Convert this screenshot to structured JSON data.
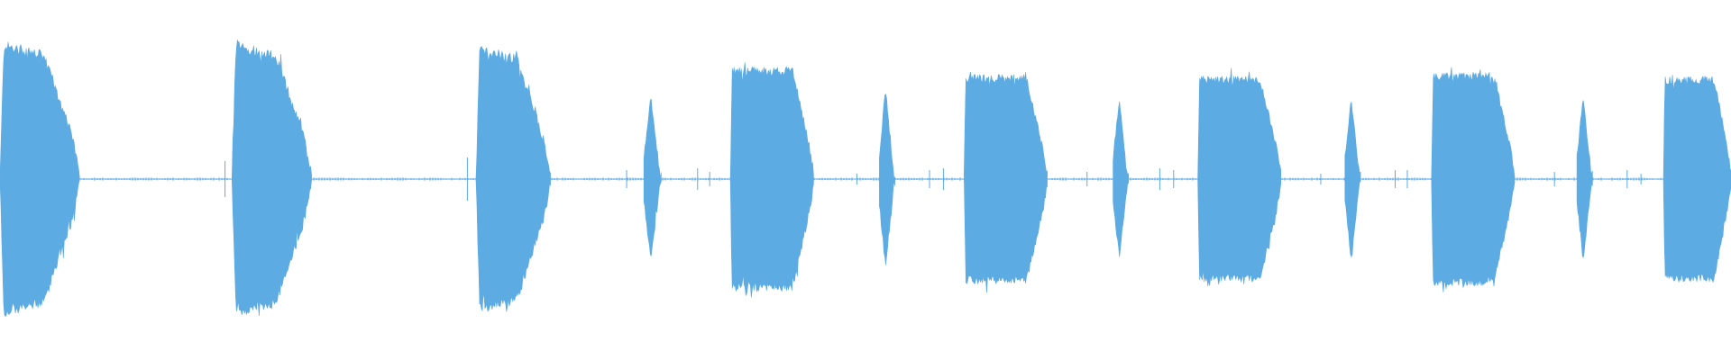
{
  "waveform": {
    "color": "#5DABE3",
    "background": "#ffffff",
    "baseline_amplitude": 0.01,
    "bursts": [
      {
        "type": "wide",
        "start": 0.0,
        "end": 0.046,
        "amp": 0.74
      },
      {
        "type": "click",
        "pos": 0.13,
        "amp": 0.1
      },
      {
        "type": "wide",
        "start": 0.134,
        "end": 0.18,
        "amp": 0.74
      },
      {
        "type": "click",
        "pos": 0.27,
        "amp": 0.12
      },
      {
        "type": "wide",
        "start": 0.275,
        "end": 0.318,
        "amp": 0.72
      },
      {
        "type": "click",
        "pos": 0.362,
        "amp": 0.05
      },
      {
        "type": "narrow",
        "start": 0.372,
        "end": 0.382,
        "amp": 0.45
      },
      {
        "type": "click",
        "pos": 0.403,
        "amp": 0.06
      },
      {
        "type": "click",
        "pos": 0.41,
        "amp": 0.04
      },
      {
        "type": "block",
        "start": 0.422,
        "end": 0.47,
        "amp": 0.6
      },
      {
        "type": "click",
        "pos": 0.495,
        "amp": 0.03
      },
      {
        "type": "narrow",
        "start": 0.508,
        "end": 0.517,
        "amp": 0.49
      },
      {
        "type": "click",
        "pos": 0.537,
        "amp": 0.05
      },
      {
        "type": "click",
        "pos": 0.545,
        "amp": 0.06
      },
      {
        "type": "block",
        "start": 0.557,
        "end": 0.605,
        "amp": 0.56
      },
      {
        "type": "click",
        "pos": 0.628,
        "amp": 0.04
      },
      {
        "type": "narrow",
        "start": 0.643,
        "end": 0.652,
        "amp": 0.43
      },
      {
        "type": "click",
        "pos": 0.67,
        "amp": 0.06
      },
      {
        "type": "click",
        "pos": 0.678,
        "amp": 0.05
      },
      {
        "type": "block",
        "start": 0.692,
        "end": 0.74,
        "amp": 0.55
      },
      {
        "type": "click",
        "pos": 0.763,
        "amp": 0.03
      },
      {
        "type": "narrow",
        "start": 0.777,
        "end": 0.786,
        "amp": 0.44
      },
      {
        "type": "click",
        "pos": 0.806,
        "amp": 0.05
      },
      {
        "type": "click",
        "pos": 0.813,
        "amp": 0.05
      },
      {
        "type": "block",
        "start": 0.827,
        "end": 0.875,
        "amp": 0.57
      },
      {
        "type": "click",
        "pos": 0.898,
        "amp": 0.04
      },
      {
        "type": "narrow",
        "start": 0.911,
        "end": 0.92,
        "amp": 0.45
      },
      {
        "type": "click",
        "pos": 0.94,
        "amp": 0.05
      },
      {
        "type": "click",
        "pos": 0.948,
        "amp": 0.03
      },
      {
        "type": "block",
        "start": 0.961,
        "end": 1.0,
        "amp": 0.55
      }
    ]
  }
}
